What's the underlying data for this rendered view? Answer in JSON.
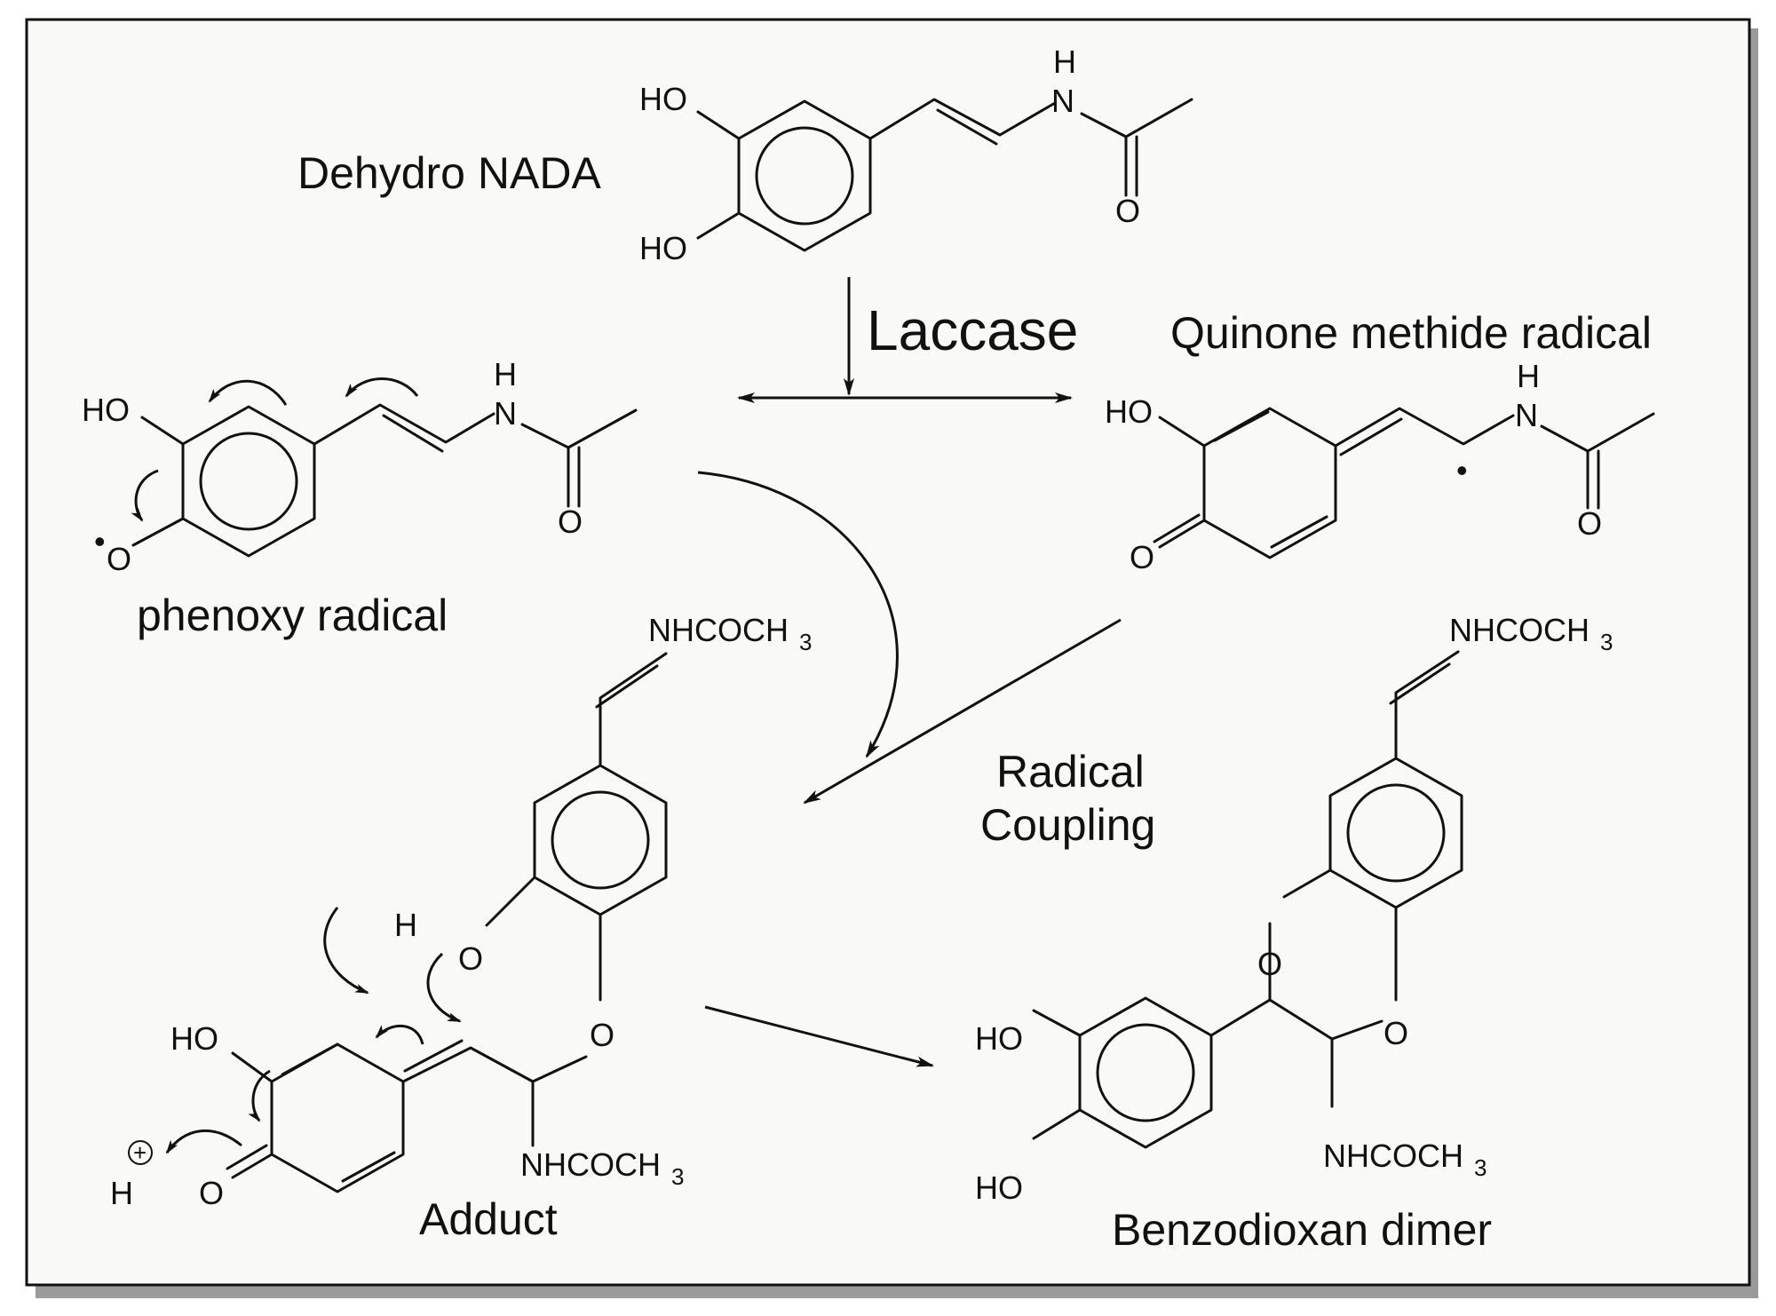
{
  "colors": {
    "frame": "#111111",
    "shadow": "#9a9a9a",
    "background": "#f9f9f7"
  },
  "labels": {
    "dehydro_nada": "Dehydro NADA",
    "laccase": "Laccase",
    "quinone_methide_radical": "Quinone methide radical",
    "phenoxy_radical": "phenoxy radical",
    "radical": "Radical",
    "coupling": "Coupling",
    "adduct": "Adduct",
    "benzodioxan_dimer": "Benzodioxan dimer"
  },
  "atoms": {
    "ho": "HO",
    "h": "H",
    "n": "N",
    "o": "O",
    "radical_o": "O",
    "radical_dot": "•",
    "nhcoch": "NHCOCH",
    "sub3": "3",
    "plus": "+"
  }
}
